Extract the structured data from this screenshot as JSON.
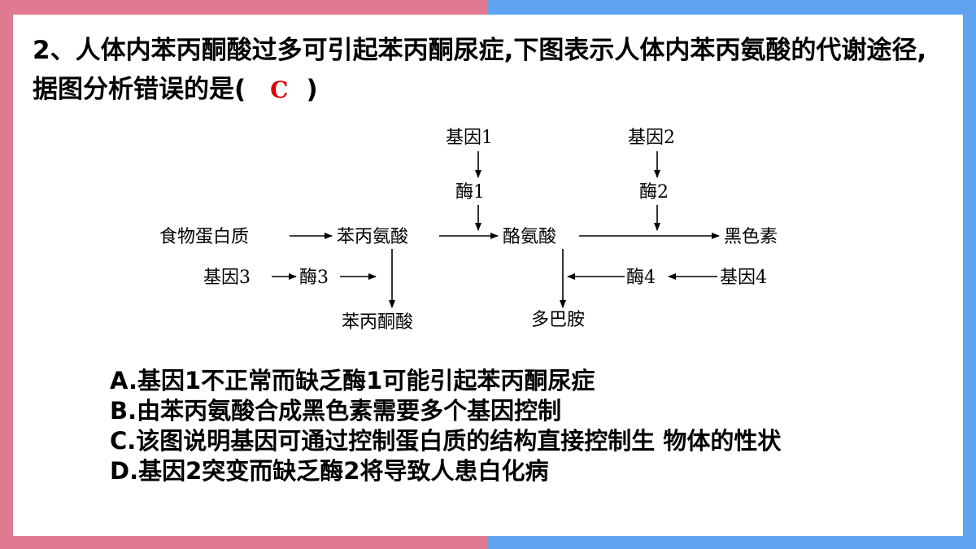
{
  "question": {
    "text_before": "2、人体内苯丙酮酸过多可引起苯丙酮尿症,下图表示人体内苯丙氨酸的代谢途径,据图分析错误的是(",
    "answer": "C",
    "text_after": ")"
  },
  "diagram": {
    "gene1": "基因1",
    "enzyme1": "酶1",
    "gene2": "基因2",
    "enzyme2": "酶2",
    "food_protein": "食物蛋白质",
    "phenylalanine": "苯丙氨酸",
    "tyrosine": "酪氨酸",
    "melanin": "黑色素",
    "gene3": "基因3",
    "enzyme3": "酶3",
    "enzyme4": "酶4",
    "gene4": "基因4",
    "phenylpyruvic_acid": "苯丙酮酸",
    "dopamine": "多巴胺"
  },
  "options": [
    "A.基因1不正常而缺乏酶1可能引起苯丙酮尿症",
    "B.由苯丙氨酸合成黑色素需要多个基因控制",
    "C.该图说明基因可通过控制蛋白质的结构直接控制生 物体的性状",
    "D.基因2突变而缺乏酶2将导致人患白化病"
  ],
  "colors": {
    "frame_left": "#e07a93",
    "frame_right": "#5fa3f0",
    "answer": "#e00000"
  }
}
